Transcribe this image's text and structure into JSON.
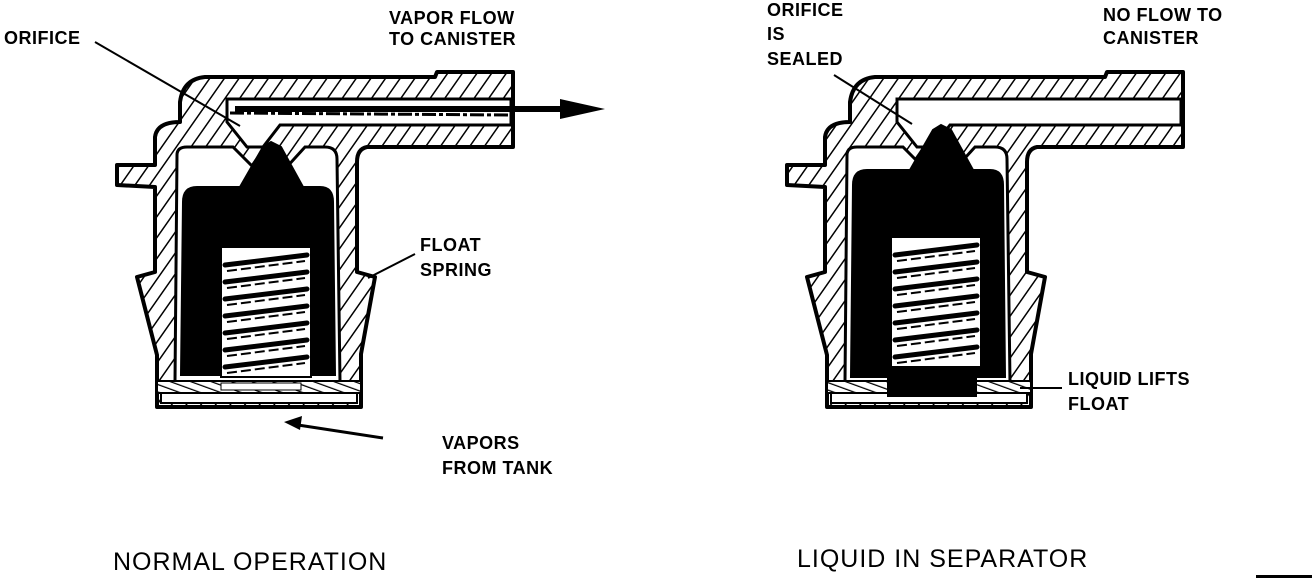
{
  "figure": {
    "colors": {
      "ink": "#000000",
      "paper": "#ffffff"
    },
    "left_panel": {
      "caption": "NORMAL OPERATION",
      "labels": {
        "orifice": "ORIFICE",
        "vapor_flow_line1": "VAPOR FLOW",
        "vapor_flow_line2": "TO CANISTER",
        "float_line1": "FLOAT",
        "float_line2": "SPRING",
        "vapors_line1": "VAPORS",
        "vapors_line2": "FROM TANK"
      },
      "state": {
        "orifice_open": true,
        "flow_to_canister": true
      }
    },
    "right_panel": {
      "caption": "LIQUID IN SEPARATOR",
      "labels": {
        "orifice_line1": "ORIFICE",
        "orifice_line2": "IS",
        "orifice_line3": "SEALED",
        "noflow_line1": "NO FLOW TO",
        "noflow_line2": "CANISTER",
        "liquid_line1": "LIQUID LIFTS",
        "liquid_line2": "FLOAT"
      },
      "state": {
        "orifice_open": false,
        "flow_to_canister": false
      }
    }
  }
}
